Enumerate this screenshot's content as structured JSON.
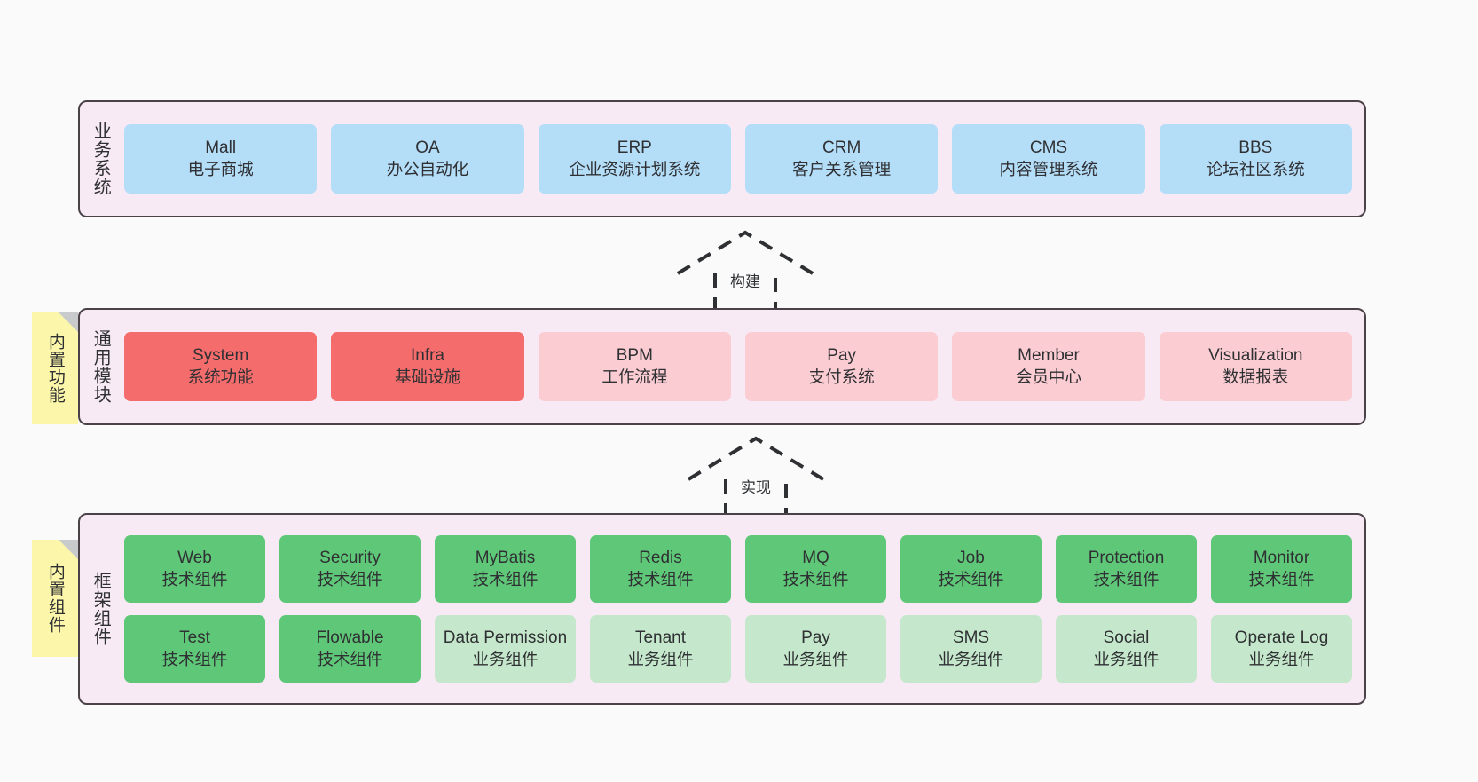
{
  "diagram": {
    "background_color": "#fafafa",
    "panel_color": "#f7eaf5",
    "panel_border_color": "#4a4247",
    "sticky_color": "#fbf6a9",
    "layers": [
      {
        "id": "business",
        "title": "业务系统",
        "rows": [
          [
            {
              "en": "Mall",
              "cn": "电子商城",
              "color": "#b4ddf8"
            },
            {
              "en": "OA",
              "cn": "办公自动化",
              "color": "#b4ddf8"
            },
            {
              "en": "ERP",
              "cn": "企业资源计划系统",
              "color": "#b4ddf8"
            },
            {
              "en": "CRM",
              "cn": "客户关系管理",
              "color": "#b4ddf8"
            },
            {
              "en": "CMS",
              "cn": "内容管理系统",
              "color": "#b4ddf8"
            },
            {
              "en": "BBS",
              "cn": "论坛社区系统",
              "color": "#b4ddf8"
            }
          ]
        ]
      },
      {
        "id": "modules",
        "title": "通用模块",
        "sticky": "内置功能",
        "rows": [
          [
            {
              "en": "System",
              "cn": "系统功能",
              "color": "#f56c6c"
            },
            {
              "en": "Infra",
              "cn": "基础设施",
              "color": "#f56c6c"
            },
            {
              "en": "BPM",
              "cn": "工作流程",
              "color": "#fbcdd3"
            },
            {
              "en": "Pay",
              "cn": "支付系统",
              "color": "#fbcdd3"
            },
            {
              "en": "Member",
              "cn": "会员中心",
              "color": "#fbcdd3"
            },
            {
              "en": "Visualization",
              "cn": "数据报表",
              "color": "#fbcdd3"
            }
          ]
        ]
      },
      {
        "id": "framework",
        "title": "框架组件",
        "sticky": "内置组件",
        "rows": [
          [
            {
              "en": "Web",
              "cn": "技术组件",
              "color": "#5fc878"
            },
            {
              "en": "Security",
              "cn": "技术组件",
              "color": "#5fc878"
            },
            {
              "en": "MyBatis",
              "cn": "技术组件",
              "color": "#5fc878"
            },
            {
              "en": "Redis",
              "cn": "技术组件",
              "color": "#5fc878"
            },
            {
              "en": "MQ",
              "cn": "技术组件",
              "color": "#5fc878"
            },
            {
              "en": "Job",
              "cn": "技术组件",
              "color": "#5fc878"
            },
            {
              "en": "Protection",
              "cn": "技术组件",
              "color": "#5fc878"
            },
            {
              "en": "Monitor",
              "cn": "技术组件",
              "color": "#5fc878"
            }
          ],
          [
            {
              "en": "Test",
              "cn": "技术组件",
              "color": "#5fc878"
            },
            {
              "en": "Flowable",
              "cn": "技术组件",
              "color": "#5fc878"
            },
            {
              "en": "Data Permission",
              "cn": "业务组件",
              "color": "#c5e8cc"
            },
            {
              "en": "Tenant",
              "cn": "业务组件",
              "color": "#c5e8cc"
            },
            {
              "en": "Pay",
              "cn": "业务组件",
              "color": "#c5e8cc"
            },
            {
              "en": "SMS",
              "cn": "业务组件",
              "color": "#c5e8cc"
            },
            {
              "en": "Social",
              "cn": "业务组件",
              "color": "#c5e8cc"
            },
            {
              "en": "Operate Log",
              "cn": "业务组件",
              "color": "#c5e8cc"
            }
          ]
        ]
      }
    ],
    "arrows": [
      {
        "id": "build",
        "label": "构建",
        "style": "dashed-generalization",
        "direction": "up"
      },
      {
        "id": "implement",
        "label": "实现",
        "style": "dashed-generalization",
        "direction": "up"
      }
    ]
  }
}
